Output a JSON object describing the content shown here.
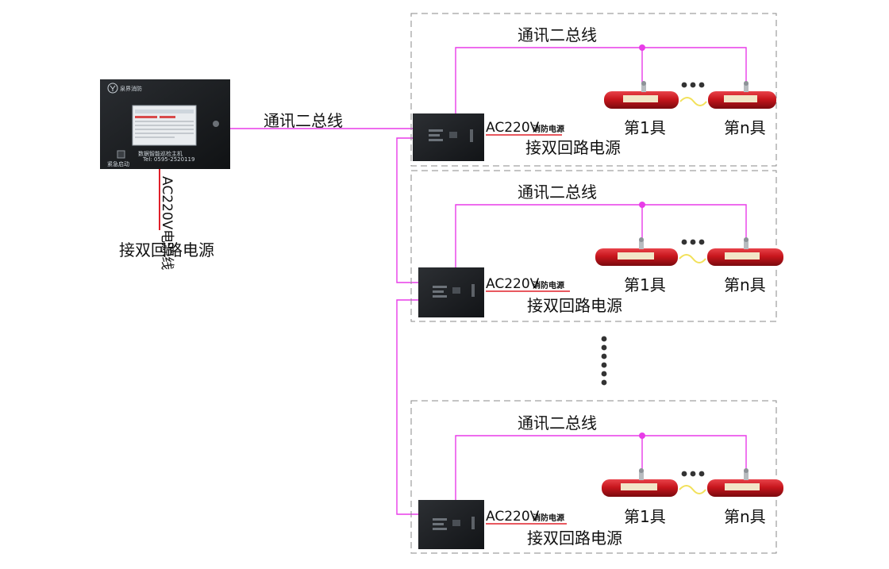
{
  "colors": {
    "bus_line": "#e83ce8",
    "power_line": "#e0202a",
    "zone_border": "#8a8a8a",
    "device_red": "#c8161d",
    "panel_dark": "#1b1d20"
  },
  "main_panel": {
    "brand": "泉界消防",
    "product": "数据智能巡检主机",
    "tel": "Tel: 0595-2520119",
    "emergency_label": "紧急启动",
    "power_cable_label": "AC220V电源线",
    "power_supply_label": "接双回路电源"
  },
  "main_bus_label": "通讯二总线",
  "zones": [
    {
      "bus_label": "通讯二总线",
      "ac_label": "AC220V",
      "ac_label_suffix": "消防电源",
      "power_supply_label": "接双回路电源",
      "device_first_label": "第1具",
      "device_last_label": "第n具"
    },
    {
      "bus_label": "通讯二总线",
      "ac_label": "AC220V",
      "ac_label_suffix": "消防电源",
      "power_supply_label": "接双回路电源",
      "device_first_label": "第1具",
      "device_last_label": "第n具"
    },
    {
      "bus_label": "通讯二总线",
      "ac_label": "AC220V",
      "ac_label_suffix": "消防电源",
      "power_supply_label": "接双回路电源",
      "device_first_label": "第1具",
      "device_last_label": "第n具"
    }
  ],
  "icons": {
    "ellipsis": "three-dots-icon",
    "vertical_ellipsis": "vertical-dots-icon"
  }
}
